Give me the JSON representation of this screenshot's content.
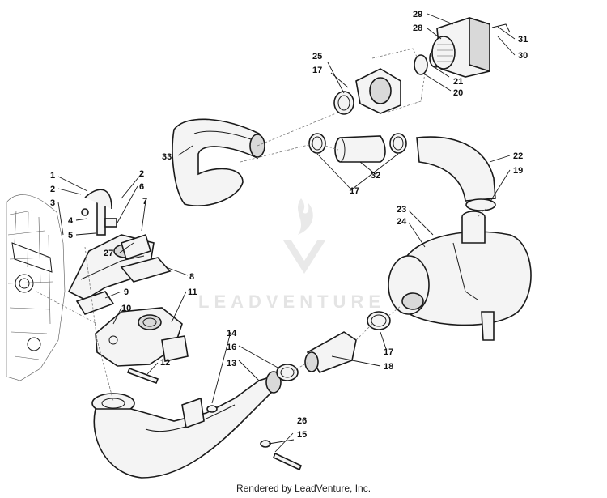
{
  "diagram": {
    "callouts": {
      "c1": "1",
      "c2a": "2",
      "c2b": "2",
      "c3": "3",
      "c4": "4",
      "c5": "5",
      "c6": "6",
      "c7": "7",
      "c8": "8",
      "c9": "9",
      "c10": "10",
      "c11": "11",
      "c12": "12",
      "c13": "13",
      "c14": "14",
      "c15": "15",
      "c16": "16",
      "c17a": "17",
      "c17b": "17",
      "c17c": "17",
      "c18": "18",
      "c19": "19",
      "c20": "20",
      "c21": "21",
      "c22": "22",
      "c23": "23",
      "c24": "24",
      "c25": "25",
      "c26": "26",
      "c27": "27",
      "c28": "28",
      "c29": "29",
      "c30": "30",
      "c31": "31",
      "c32": "32",
      "c33": "33"
    }
  },
  "watermark": {
    "brand": "LEADVENTURE",
    "color": "#cfcfcf"
  },
  "credit": {
    "text": "Rendered by LeadVenture, Inc."
  }
}
